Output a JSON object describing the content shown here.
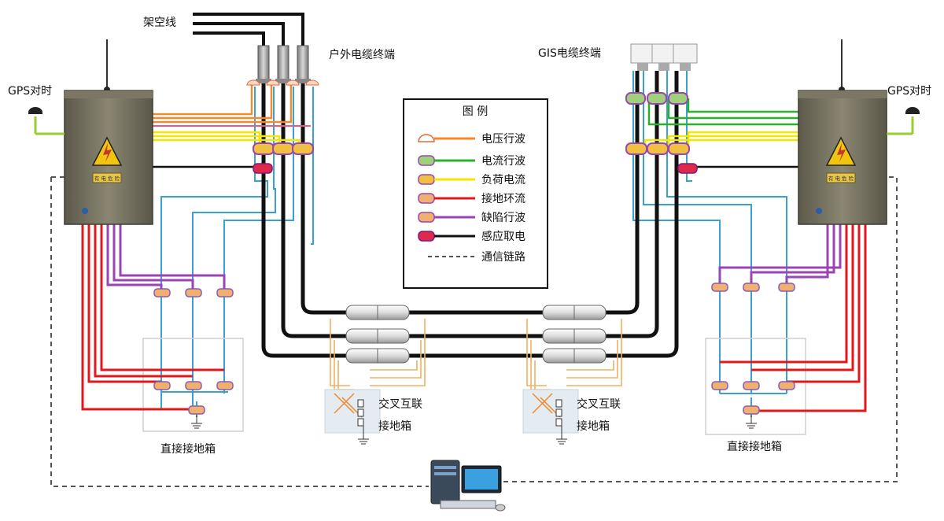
{
  "labels": {
    "overhead_line": "架空线",
    "outdoor_terminal": "户外电缆终端",
    "gis_terminal": "GIS电缆终端",
    "gps_left": "GPS对时",
    "gps_right": "GPS对时",
    "direct_box_left": "直接接地箱",
    "direct_box_right": "直接接地箱",
    "cross_left_1": "交叉互联",
    "cross_left_2": "接地箱",
    "cross_right_1": "交叉互联",
    "cross_right_2": "接地箱",
    "cabinet_warning": "有 电 危 险"
  },
  "legend": {
    "title": "图  例",
    "items": [
      {
        "label": "电压行波",
        "color": "#f28a2e",
        "icon": "voltage-sensor-icon"
      },
      {
        "label": "电流行波",
        "color": "#2bb02b",
        "icon": "ct-green-icon"
      },
      {
        "label": "负荷电流",
        "color": "#f5e600",
        "icon": "ct-yellow-icon"
      },
      {
        "label": "接地环流",
        "color": "#e0181b",
        "icon": "ct-red-icon"
      },
      {
        "label": "缺陷行波",
        "color": "#9b45b5",
        "icon": "ct-purple-icon"
      },
      {
        "label": "感应取电",
        "color": "#111111",
        "icon": "ct-magenta-icon"
      },
      {
        "label": "通信链路",
        "color": "#555555",
        "icon": "dashed-line-icon"
      }
    ]
  },
  "colors": {
    "cable": "#111111",
    "signal_blue": "#3aa0d0",
    "ground_orange": "#f0b060",
    "gps_green": "#9acd32",
    "cabinet": "#6e6a5a"
  }
}
